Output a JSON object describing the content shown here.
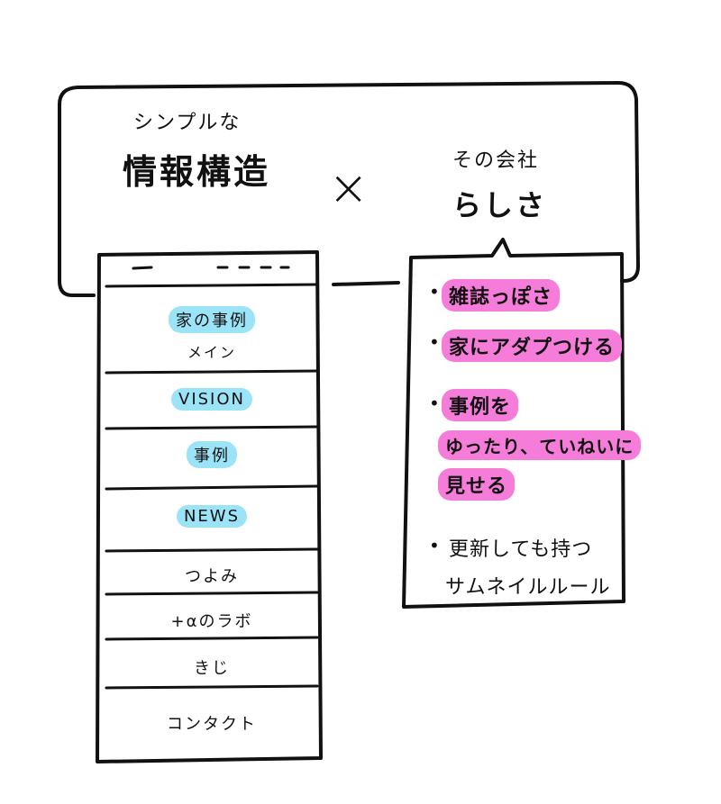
{
  "left_heading": {
    "line1": "シンプルな",
    "line2": "情報構造"
  },
  "operator": "×",
  "right_heading": {
    "line1": "その会社",
    "line2": "らしさ"
  },
  "phone_menu": {
    "items": [
      {
        "label": "家の事例",
        "sub": "メイン",
        "highlight": true
      },
      {
        "label": "VISION",
        "highlight": true
      },
      {
        "label": "事例",
        "highlight": true
      },
      {
        "label": "NEWS",
        "highlight": true
      },
      {
        "label": "つよみ",
        "highlight": false
      },
      {
        "label": "+αのラボ",
        "highlight": false
      },
      {
        "label": "きじ",
        "highlight": false
      },
      {
        "label": "コンタクト",
        "highlight": false
      }
    ]
  },
  "notes": [
    {
      "lines": [
        "雑誌っぽさ"
      ]
    },
    {
      "lines": [
        "家にアダプつける"
      ]
    },
    {
      "lines": [
        "事例を",
        "ゆったり、ていねいに",
        "見せる"
      ]
    },
    {
      "lines": [
        "更新しても持つ",
        "サムネイルルール"
      ]
    }
  ],
  "colors": {
    "blue_highlight": "#9be3f7",
    "pink_highlight": "#f57cd8",
    "ink": "#111111"
  }
}
